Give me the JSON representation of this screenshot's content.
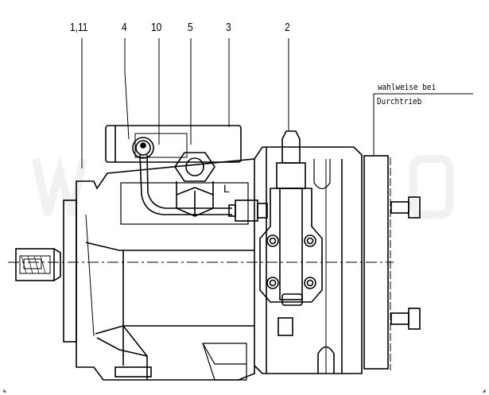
{
  "labels": {
    "item_1_11": "1,11",
    "item_4": "4",
    "item_10": "10",
    "item_5": "5",
    "item_3": "3",
    "item_2": "2"
  },
  "note": {
    "line1": "wahlweise bei",
    "line2": "Durchtrieb"
  },
  "port_label": "L"
}
